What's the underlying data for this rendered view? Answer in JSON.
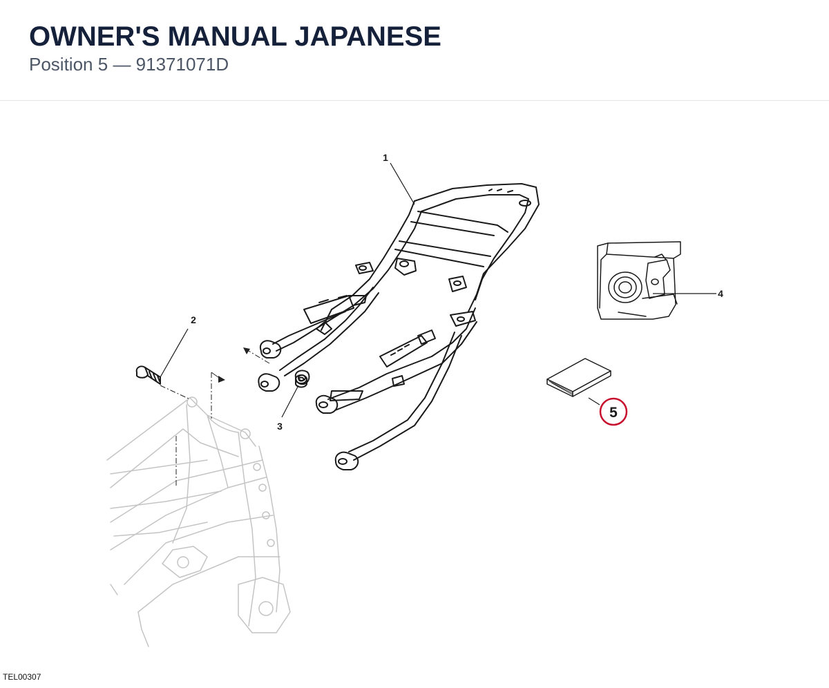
{
  "header": {
    "title": "OWNER'S MANUAL JAPANESE",
    "position_label": "Position",
    "position_number": "5",
    "separator": "—",
    "part_number": "91371071D"
  },
  "diagram": {
    "callouts": [
      {
        "id": "1",
        "part": "rear-subframe"
      },
      {
        "id": "2",
        "part": "screw"
      },
      {
        "id": "3",
        "part": "bushing"
      },
      {
        "id": "4",
        "part": "tool-bag"
      },
      {
        "id": "5",
        "part": "owners-manual",
        "highlighted": true
      }
    ],
    "highlight_color": "#c8102e",
    "ref_code": "TEL00307"
  }
}
